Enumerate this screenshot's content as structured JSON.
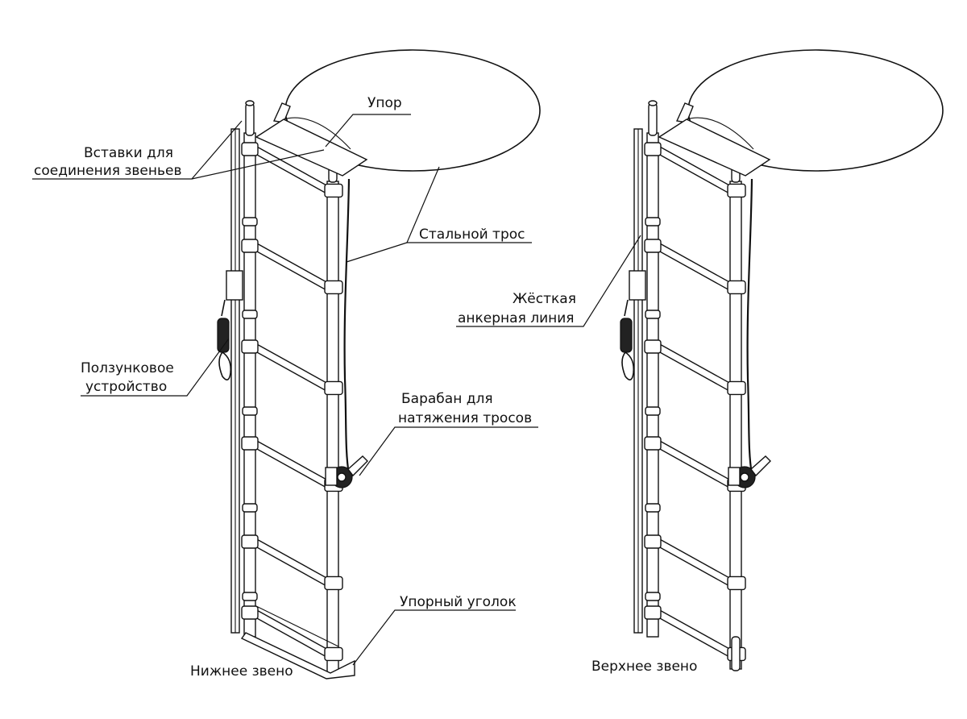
{
  "colors": {
    "line": "#111111",
    "background": "#ffffff",
    "shade": "#d9d9d9"
  },
  "labels": {
    "stop": "Упор",
    "inserts_line1": "Вставки для",
    "inserts_line2": "соединения звеньев",
    "steel_cable": "Стальной трос",
    "slider_line1": "Ползунковое",
    "slider_line2": "устройство",
    "drum_line1": "Барабан для",
    "drum_line2": "натяжения тросов",
    "stop_angle": "Упорный уголок",
    "rigid_line1": "Жёсткая",
    "rigid_line2": "анкерная линия",
    "lower_link": "Нижнее звено",
    "upper_link": "Верхнее звено"
  }
}
